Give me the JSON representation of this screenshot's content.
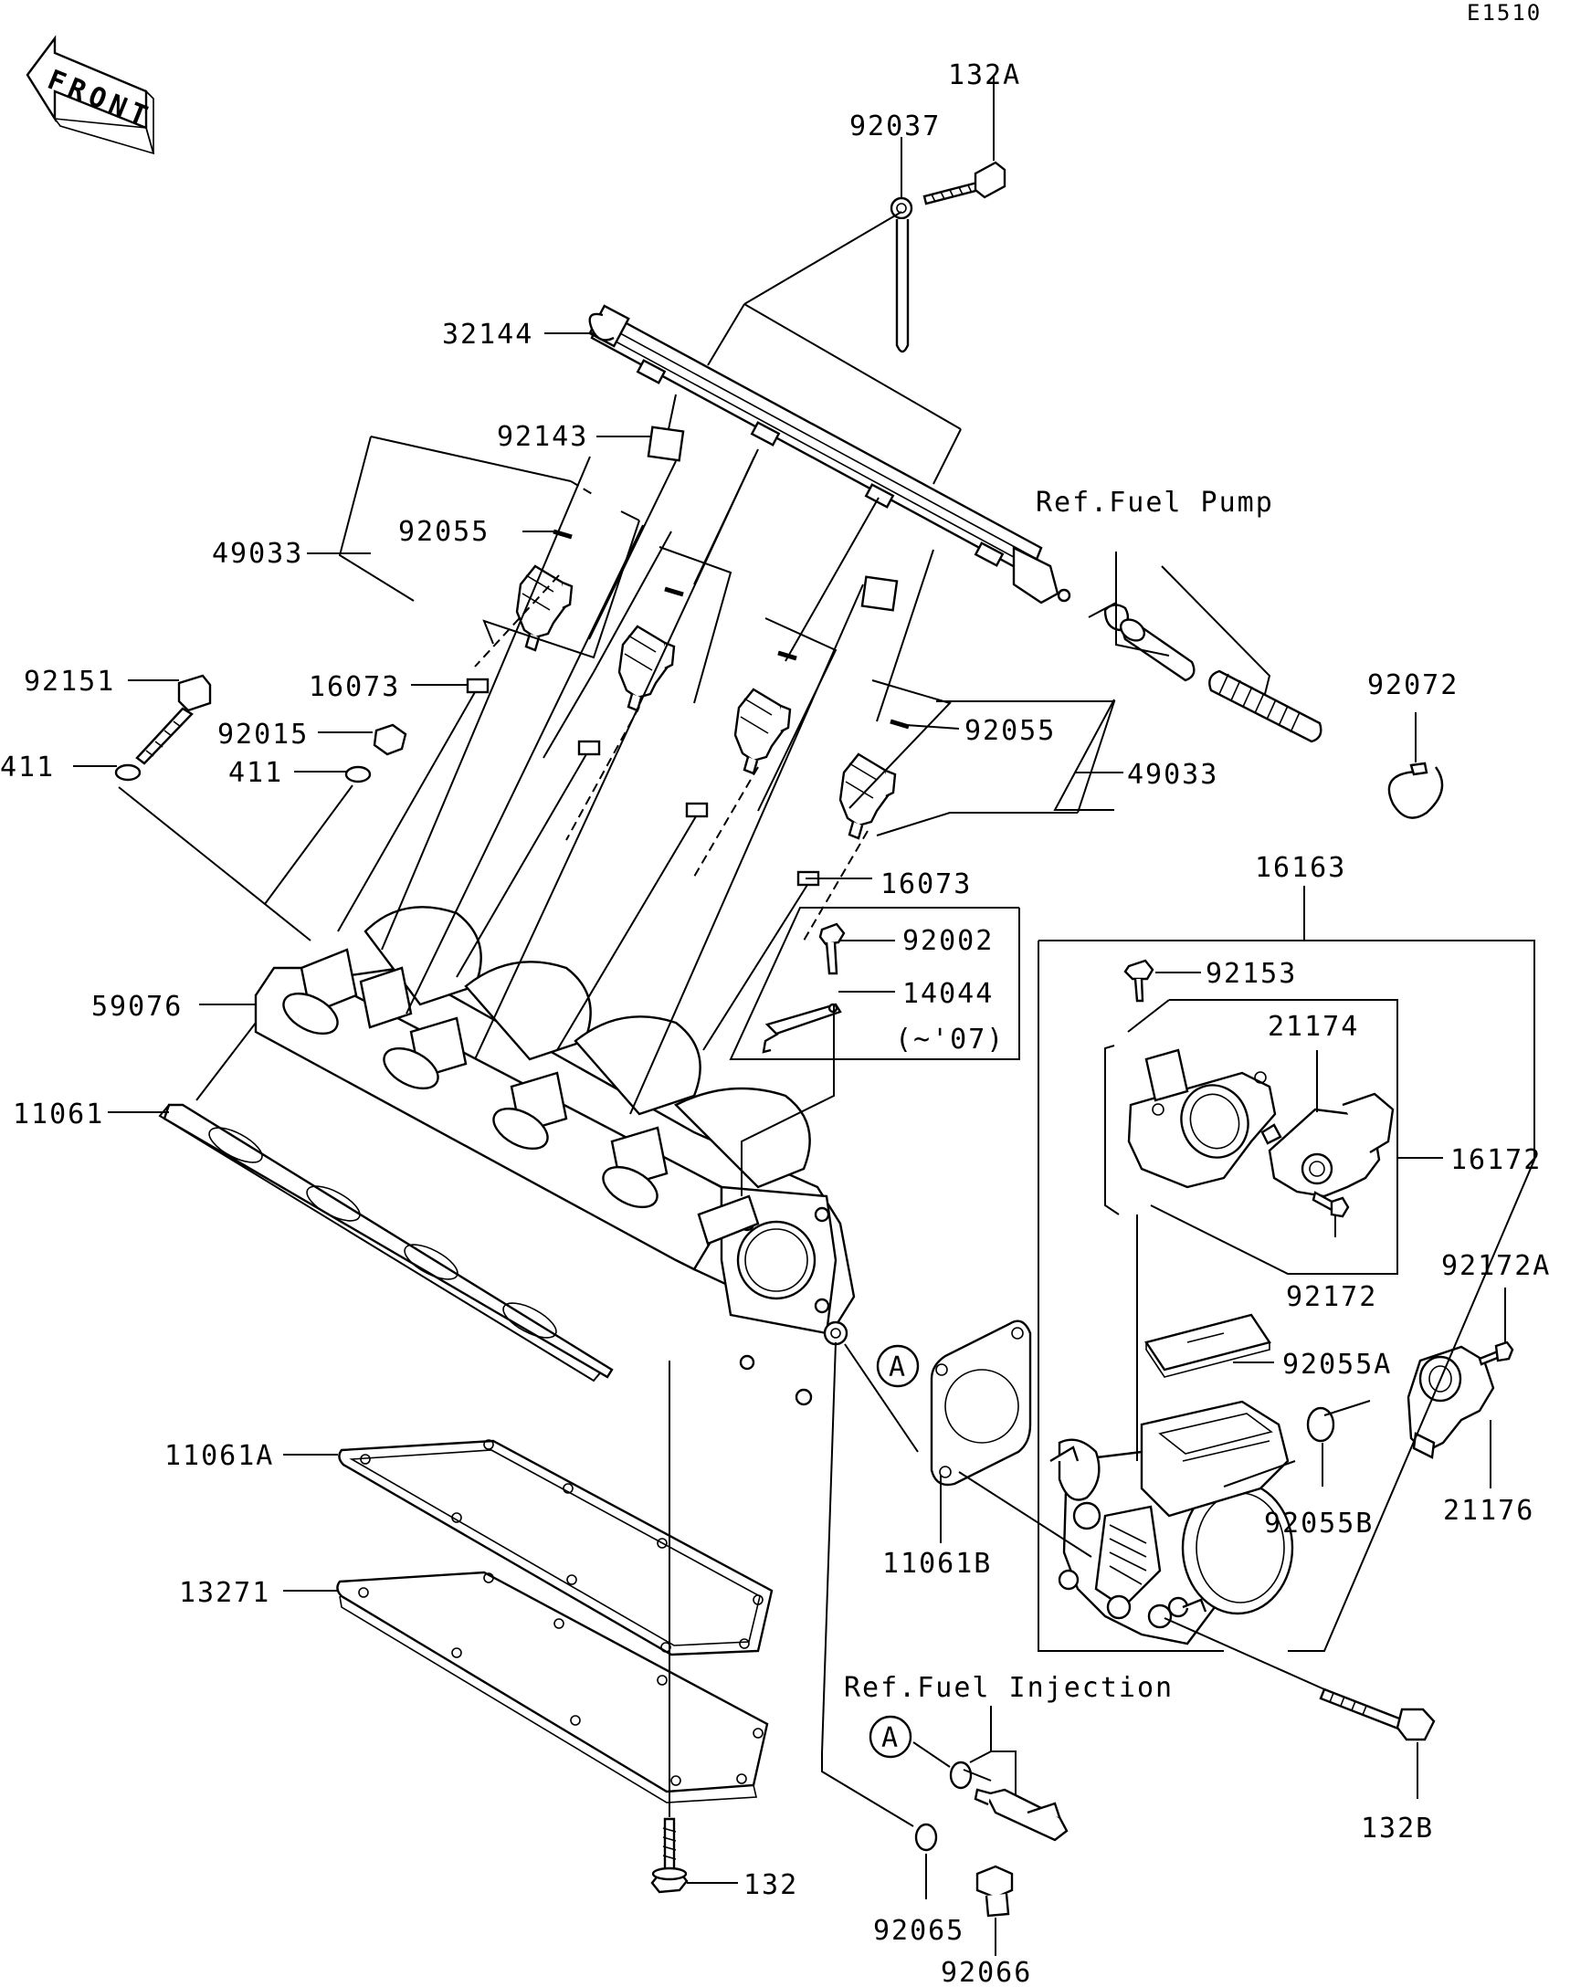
{
  "diagram_code": "E1510",
  "front_label": "FRONT",
  "callout_a": "A",
  "refs": {
    "fuel_pump": "Ref.Fuel Pump",
    "fuel_injection": "Ref.Fuel Injection"
  },
  "year_note": "(~'07)",
  "parts": {
    "p132A": "132A",
    "p92037": "92037",
    "p32144": "32144",
    "p92143": "92143",
    "p92055_l": "92055",
    "p49033_l": "49033",
    "p92151": "92151",
    "p16073_l": "16073",
    "p92015": "92015",
    "p411_l": "411",
    "p411_r": "411",
    "p92055_r": "92055",
    "p49033_r": "49033",
    "p92072": "92072",
    "p16073_r": "16073",
    "p16163": "16163",
    "p92002": "92002",
    "p14044": "14044",
    "p59076": "59076",
    "p92153": "92153",
    "p21174": "21174",
    "p11061": "11061",
    "p16172": "16172",
    "p92172A": "92172A",
    "p92172": "92172",
    "p92055A": "92055A",
    "p11061A": "11061A",
    "p92055B": "92055B",
    "p21176": "21176",
    "p11061B": "11061B",
    "p13271": "13271",
    "p132B": "132B",
    "p132": "132",
    "p92065": "92065",
    "p92066": "92066"
  }
}
